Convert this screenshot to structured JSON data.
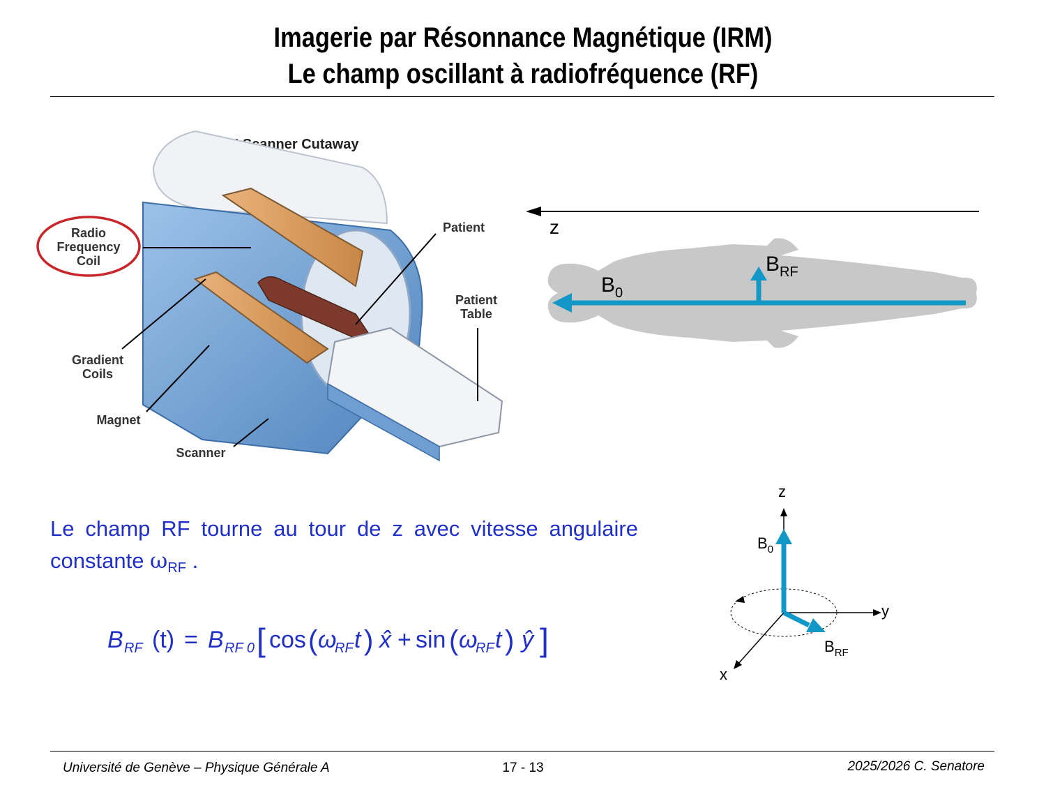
{
  "slide": {
    "title_line1": "Imagerie par Résonnance Magnétique (IRM)",
    "title_line2": "Le champ oscillant à radiofréquence (RF)"
  },
  "scanner_figure": {
    "heading": "MRI Scanner Cutaway",
    "callouts": {
      "rf_coil_line1": "Radio",
      "rf_coil_line2": "Frequency",
      "rf_coil_line3": "Coil",
      "patient": "Patient",
      "table_line1": "Patient",
      "table_line2": "Table",
      "gradient_line1": "Gradient",
      "gradient_line2": "Coils",
      "magnet": "Magnet",
      "scanner": "Scanner"
    },
    "colors": {
      "shell": "#6f9fd2",
      "coil": "#d9985a",
      "highlight_ring": "#c8262a"
    }
  },
  "body_figure": {
    "axis_label": "z",
    "b0_label": "B",
    "b0_sub": "0",
    "brf_label": "B",
    "brf_sub": "RF",
    "colors": {
      "arrow": "#1397c6",
      "silhouette": "#c8c8c8"
    }
  },
  "description": {
    "text": "Le champ RF tourne au tour de z avec vitesse angulaire constante ",
    "omega": "ω",
    "omega_sub": "RF",
    "suffix": " ."
  },
  "equation": {
    "lhs": "B",
    "lhs_sub": "RF",
    "arg": "(t)",
    "equals": "=",
    "amp": "B",
    "amp_sub": "RF 0",
    "cos": "cos",
    "sin": "sin",
    "omega": "ω",
    "omega_sub": "RF",
    "t": "t",
    "xhat": "x̂",
    "yhat": "ŷ",
    "plus": "+"
  },
  "axes_figure": {
    "z_label": "z",
    "y_label": "y",
    "x_label": "x",
    "b0_label": "B",
    "b0_sub": "0",
    "brf_label": "B",
    "brf_sub": "RF",
    "colors": {
      "vector": "#1397c6"
    }
  },
  "footer": {
    "left": "Université de Genève – Physique Générale A",
    "center": "17 - 13",
    "right": "2025/2026  C. Senatore"
  }
}
